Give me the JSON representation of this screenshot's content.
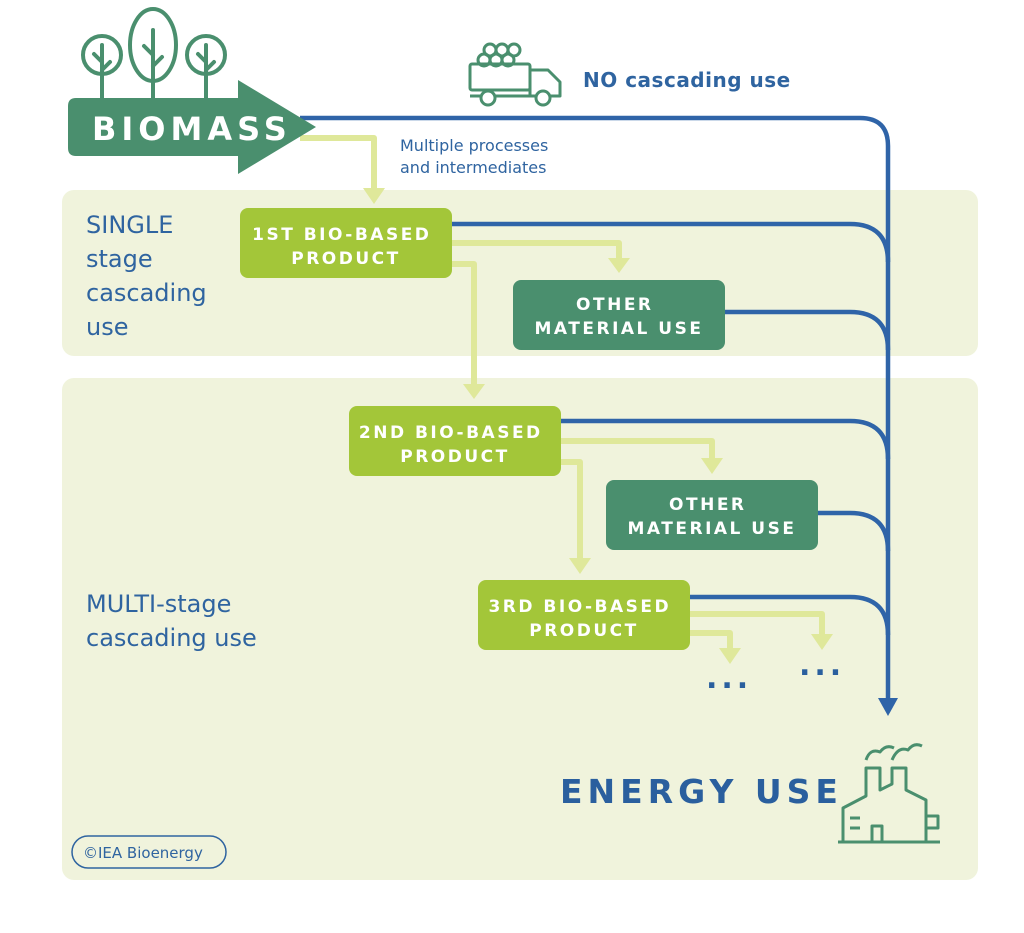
{
  "source": {
    "label": "BIOMASS"
  },
  "no_cascading": {
    "label": "NO cascading use"
  },
  "note": {
    "line1": "Multiple processes",
    "line2": "and intermediates"
  },
  "zones": {
    "single": {
      "line1": "SINGLE",
      "line2": "stage",
      "line3": "cascading",
      "line4": "use"
    },
    "multi": {
      "line1": "MULTI-stage",
      "line2": "cascading use"
    }
  },
  "boxes": {
    "product1": {
      "line1": "1ST BIO-BASED",
      "line2": "PRODUCT"
    },
    "other1": {
      "line1": "OTHER",
      "line2": "MATERIAL USE"
    },
    "product2": {
      "line1": "2ND BIO-BASED",
      "line2": "PRODUCT"
    },
    "other2": {
      "line1": "OTHER",
      "line2": "MATERIAL USE"
    },
    "product3": {
      "line1": "3RD BIO-BASED",
      "line2": "PRODUCT"
    }
  },
  "continuation": {
    "a": "...",
    "b": "..."
  },
  "sink": {
    "label": "ENERGY USE"
  },
  "credit": {
    "label": "©IEA Bioenergy"
  },
  "colors": {
    "zone_background": "#f0f3dc",
    "light_green": "#a3c639",
    "dark_green": "#4a8f6e",
    "flow_light": "#dfe89a",
    "flow_blue": "#2f64a8",
    "text_blue": "#2f64a0"
  },
  "icons": [
    "tree-icon",
    "log-truck-icon",
    "factory-icon"
  ]
}
